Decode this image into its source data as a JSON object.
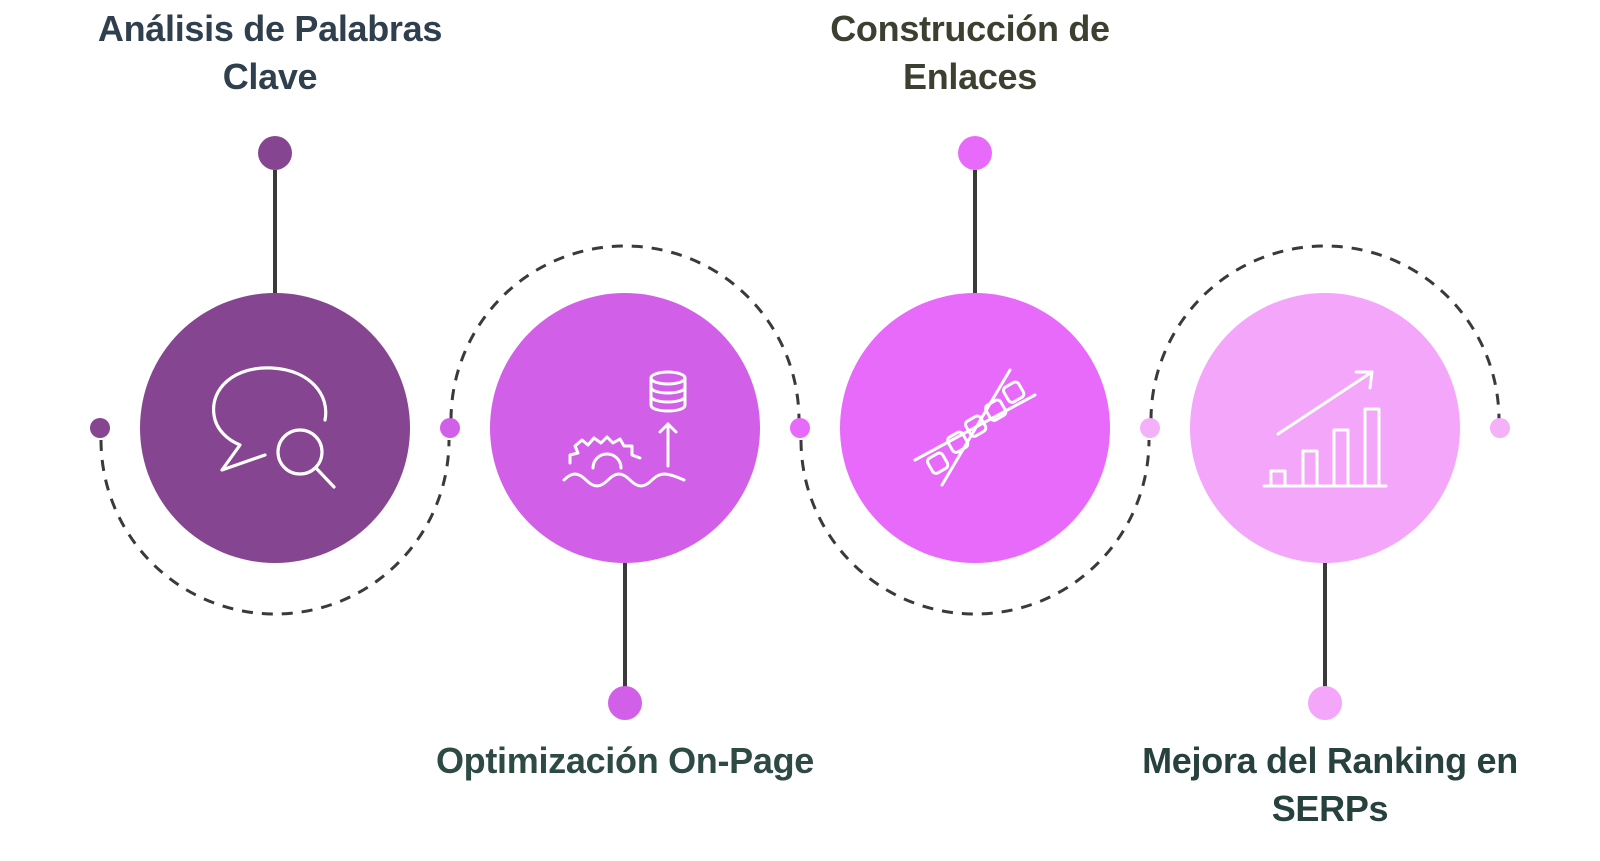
{
  "steps": [
    {
      "label_lines": [
        "Análisis de Palabras",
        "Clave"
      ],
      "color": "#864590",
      "icon": "chat-search-icon"
    },
    {
      "label_lines": [
        "Optimización On-Page"
      ],
      "color": "#d15fe8",
      "icon": "gear-database-upgrade-icon"
    },
    {
      "label_lines": [
        "Construcción de",
        "Enlaces"
      ],
      "color": "#e86afa",
      "icon": "chain-links-icon"
    },
    {
      "label_lines": [
        "Mejora del Ranking en",
        "SERPs"
      ],
      "color": "#f4a6fa",
      "icon": "bar-chart-growth-icon"
    }
  ],
  "colors": {
    "connector_dash": "#3a3a3a",
    "stem": "#3a3a3a",
    "icon_stroke": "#ffffff"
  }
}
